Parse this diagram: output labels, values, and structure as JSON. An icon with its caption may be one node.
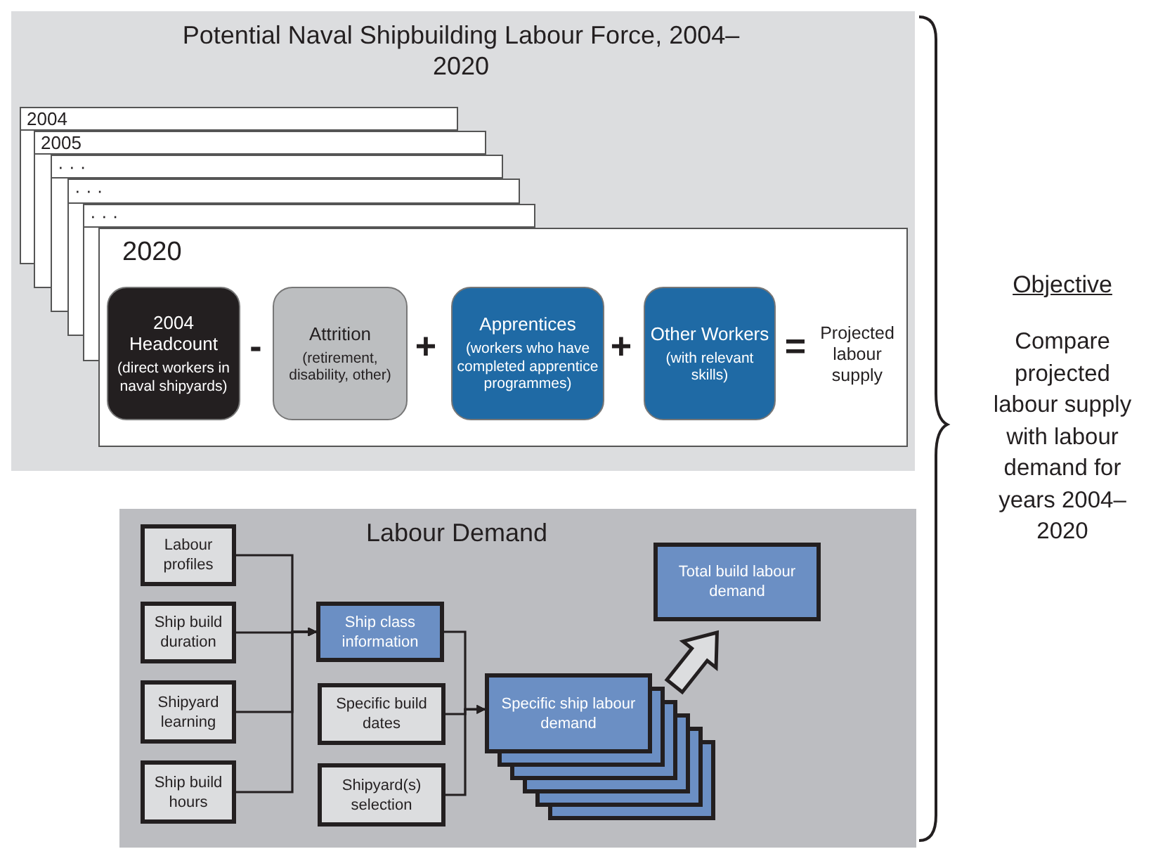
{
  "diagram": {
    "nodes": [
      {
        "text": [
          "Potential Naval Shipbuilding Labour Force, 2004–2020"
        ]
      },
      {
        "text": [
          "2004"
        ],
        "in": 0
      },
      {
        "text": [
          "2005"
        ],
        "in": 0
      },
      {
        "text": [
          "· · ·"
        ],
        "in": 0
      },
      {
        "text": [
          "· · ·"
        ],
        "in": 0
      },
      {
        "text": [
          "· · ·"
        ],
        "in": 0
      },
      {
        "text": [
          "2020"
        ],
        "in": 0
      },
      {
        "text": [
          "2004 Headcount",
          "(direct workers in naval shipyards)"
        ],
        "in": 6
      },
      {
        "text": [
          "Attrition",
          "(retirement, disability, other)"
        ],
        "in": 6
      },
      {
        "text": [
          "Apprentices",
          "(workers who have completed apprentice programmes)"
        ],
        "in": 6
      },
      {
        "text": [
          "Other Workers",
          "(with relevant skills)"
        ],
        "in": 6
      },
      {
        "text": [
          "Labour Demand"
        ]
      },
      {
        "text": [
          "Labour profiles"
        ],
        "in": 11
      },
      {
        "text": [
          "Ship build duration"
        ],
        "in": 11
      },
      {
        "text": [
          "Shipyard learning"
        ],
        "in": 11
      },
      {
        "text": [
          "Ship build hours"
        ],
        "in": 11
      },
      {
        "text": [
          "Ship class information"
        ],
        "in": 11
      },
      {
        "text": [
          "Specific build dates"
        ],
        "in": 11
      },
      {
        "text": [
          "Shipyard(s) selection"
        ],
        "in": 11
      },
      {
        "text": [
          "Specific ship labour demand"
        ],
        "in": 11
      },
      {
        "text": [
          "Total build labour demand"
        ],
        "in": 11
      }
    ],
    "edges": [
      {
        "from": 12,
        "to": 16,
        "arrow": "to"
      },
      {
        "from": 13,
        "to": 16,
        "arrow": "to"
      },
      {
        "from": 14,
        "to": 16,
        "arrow": "to"
      },
      {
        "from": 15,
        "to": 16,
        "arrow": "to"
      },
      {
        "from": 16,
        "to": 19,
        "arrow": "to"
      },
      {
        "from": 17,
        "to": 19,
        "arrow": "to"
      },
      {
        "from": 18,
        "to": 19,
        "arrow": "to"
      },
      {
        "from": 19,
        "to": 20,
        "arrow": "to",
        "style": "thick"
      }
    ],
    "labels": [
      "-",
      "+",
      "+",
      "=",
      "Projected labour supply",
      "Objective",
      "Compare projected labour supply with labour demand for years 2004–2020"
    ]
  }
}
